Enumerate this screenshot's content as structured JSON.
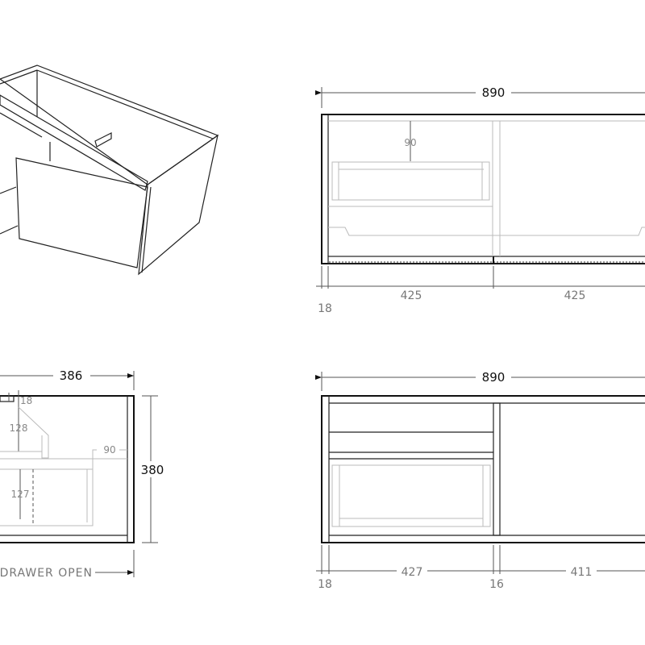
{
  "front_view": {
    "width": "890",
    "inner_height": "90",
    "door_left": "425",
    "door_right": "425",
    "side_panel": "18"
  },
  "side_view": {
    "depth": "386",
    "top_thickness": "18",
    "upper_height": "128",
    "inset": "90",
    "height": "380",
    "drawer_height": "127",
    "note": "DRAWER OPEN"
  },
  "plan_view": {
    "width": "890",
    "left_bay": "427",
    "divider": "16",
    "right_bay": "411",
    "side_panel": "18"
  },
  "colors": {
    "line": "#111111",
    "hidden_line": "#bbbbbb",
    "dimension_text": "#777777"
  }
}
